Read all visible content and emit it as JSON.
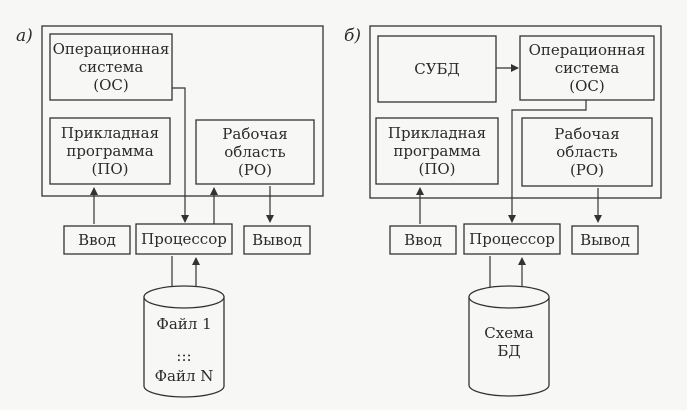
{
  "panels": [
    {
      "label": "а)",
      "boxes": {
        "os": "Операционная\nсистема\n(ОС)",
        "app": "Прикладная\nпрограмма\n(ПО)",
        "work": "Рабочая\nобласть\n(РО)",
        "input": "Ввод",
        "cpu": "Процессор",
        "output": "Вывод"
      },
      "storage": {
        "top": "Файл  1",
        "dots": ":::",
        "bottom": "Файл  N"
      }
    },
    {
      "label": "б)",
      "boxes": {
        "dbms": "СУБД",
        "os": "Операционная\nсистема\n(ОС)",
        "app": "Прикладная\nпрограмма\n(ПО)",
        "work": "Рабочая\nобласть\n(РО)",
        "input": "Ввод",
        "cpu": "Процессор",
        "output": "Вывод"
      },
      "storage": {
        "text": "Схема\nБД"
      }
    }
  ],
  "colors": {
    "line": "#333333",
    "box_fill": "#f7f7f5"
  }
}
